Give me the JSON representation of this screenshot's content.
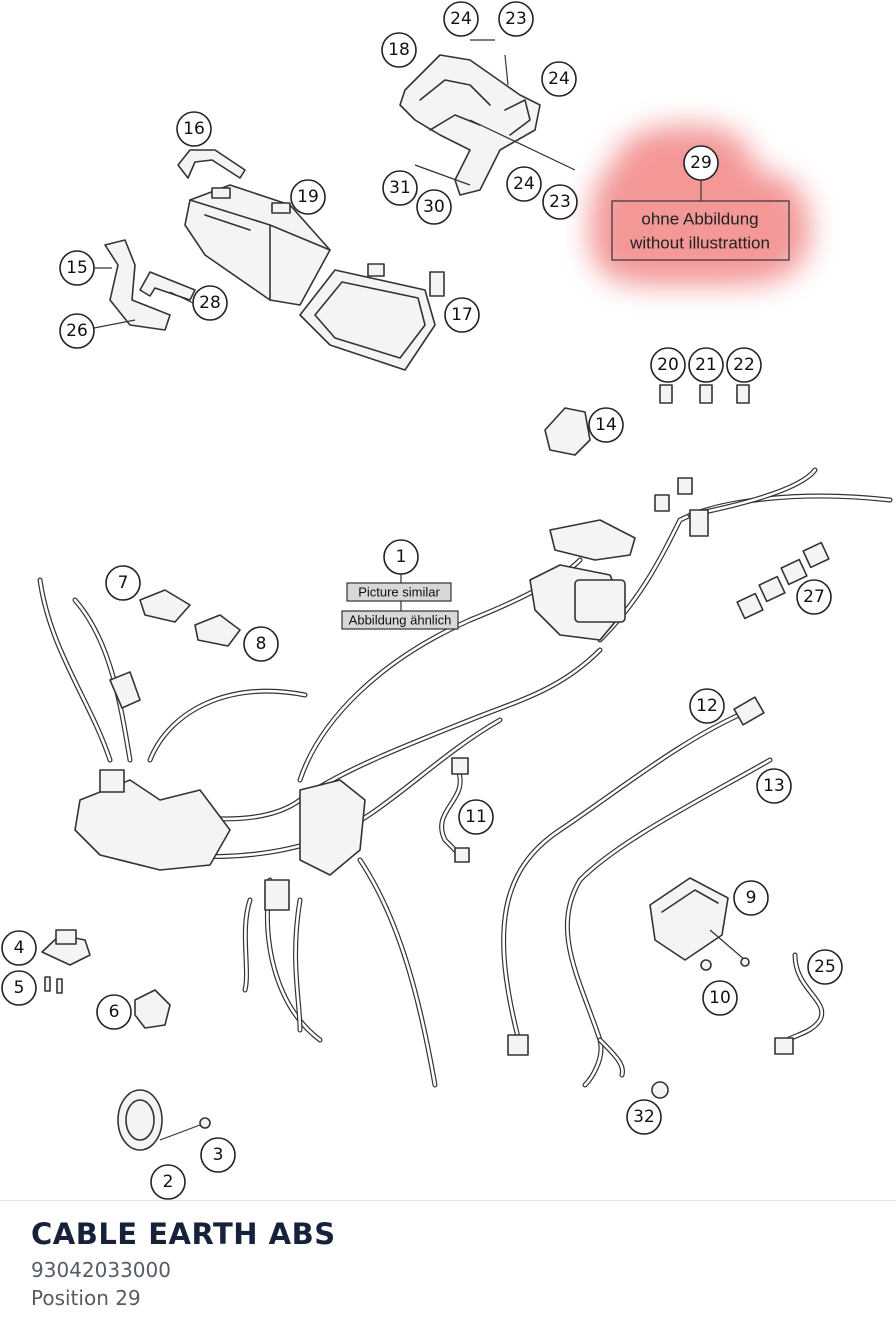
{
  "part": {
    "title": "CABLE EARTH ABS",
    "number": "93042033000",
    "position_label": "Position 29"
  },
  "diagram": {
    "highlight_color": "#f08080",
    "picture_similar": "Picture similar",
    "abbildung_aehnlich": "Abbildung ähnlich",
    "note_de": "ohne Abbildung",
    "note_en": "without illustrattion",
    "callouts": [
      "1",
      "2",
      "3",
      "4",
      "5",
      "6",
      "7",
      "8",
      "9",
      "10",
      "11",
      "12",
      "13",
      "14",
      "15",
      "16",
      "17",
      "18",
      "19",
      "20",
      "21",
      "22",
      "23",
      "23",
      "24",
      "24",
      "24",
      "25",
      "26",
      "27",
      "28",
      "29",
      "30",
      "31",
      "32"
    ]
  }
}
